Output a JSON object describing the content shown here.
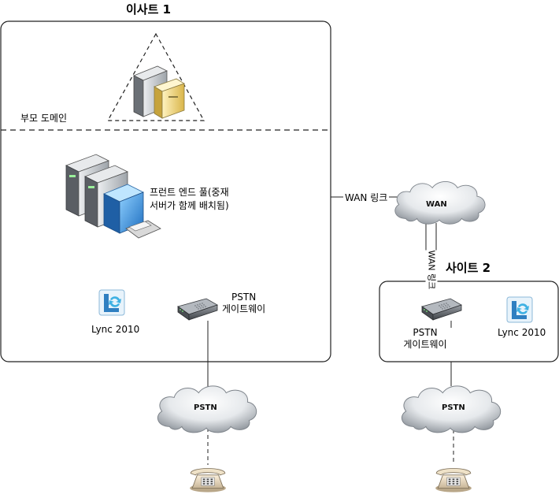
{
  "site1": {
    "title": "이사트 1",
    "parent_domain_label": "부모 도메인",
    "front_end_pool_label": "프런트 엔드 풀(중재\n서버가 함께 배치됨)",
    "lync_label": "Lync 2010",
    "pstn_gateway_label": "PSTN\n게이트웨이"
  },
  "site2": {
    "title": "사이트 2",
    "lync_label": "Lync 2010",
    "pstn_gateway_label": "PSTN\n게이트웨이"
  },
  "wan": {
    "cloud_label": "WAN",
    "link_label": "WAN 링크",
    "vertical_link_label": "WAN 링크"
  },
  "pstn_clouds": {
    "left_label": "PSTN",
    "right_label": "PSTN"
  },
  "colors": {
    "border": "#222222",
    "cloud_light": "#f4f6f8",
    "cloud_dark": "#8a8f96",
    "server_dark": "#5a5e64",
    "server_light": "#cfd3d8",
    "blue": "#3a8fd8",
    "lync_blue": "#2f7fc1"
  }
}
